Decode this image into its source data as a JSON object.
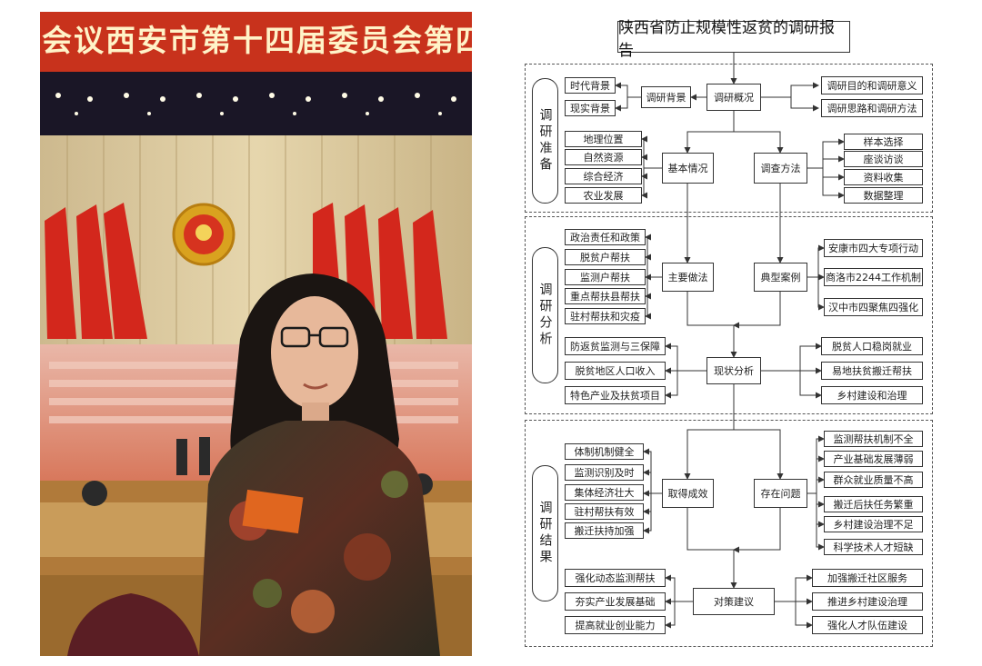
{
  "photo": {
    "banner": "会议西安市第十四届委员会第四次"
  },
  "diagram": {
    "title": "陕西省防止规模性返贫的调研报告",
    "sections": [
      {
        "id": "prep",
        "label": "调研准备"
      },
      {
        "id": "analysis",
        "label": "调研分析"
      },
      {
        "id": "result",
        "label": "调研结果"
      }
    ],
    "nodes": {
      "overview": "调研概况",
      "background": "调研背景",
      "era_bg": "时代背景",
      "real_bg": "现实背景",
      "purpose": "调研目的和调研意义",
      "approach": "调研思路和调研方法",
      "basic": "基本情况",
      "geo": "地理位置",
      "nature": "自然资源",
      "economy": "综合经济",
      "agri": "农业发展",
      "method": "调查方法",
      "sample": "样本选择",
      "interview": "座谈访谈",
      "collect": "资料收集",
      "data": "数据整理",
      "main_practice": "主要做法",
      "p1": "政治责任和政策",
      "p2": "脱贫户帮扶",
      "p3": "监测户帮扶",
      "p4": "重点帮扶县帮扶",
      "p5": "驻村帮扶和灾疫",
      "cases": "典型案例",
      "c1": "安康市四大专项行动",
      "c2": "商洛市2244工作机制",
      "c3": "汉中市四聚焦四强化",
      "status": "现状分析",
      "s1": "防返贫监测与三保障",
      "s2": "脱贫地区人口收入",
      "s3": "特色产业及扶贫项目",
      "s4": "脱贫人口稳岗就业",
      "s5": "易地扶贫搬迁帮扶",
      "s6": "乡村建设和治理",
      "achieve": "取得成效",
      "a1": "体制机制健全",
      "a2": "监测识别及时",
      "a3": "集体经济壮大",
      "a4": "驻村帮扶有效",
      "a5": "搬迁扶持加强",
      "problems": "存在问题",
      "q1": "监测帮扶机制不全",
      "q2": "产业基础发展薄弱",
      "q3": "群众就业质量不高",
      "q4": "搬迁后扶任务繁重",
      "q5": "乡村建设治理不足",
      "q6": "科学技术人才短缺",
      "suggest": "对策建议",
      "r1": "强化动态监测帮扶",
      "r2": "夯实产业发展基础",
      "r3": "提高就业创业能力",
      "r4": "加强搬迁社区服务",
      "r5": "推进乡村建设治理",
      "r6": "强化人才队伍建设"
    }
  }
}
